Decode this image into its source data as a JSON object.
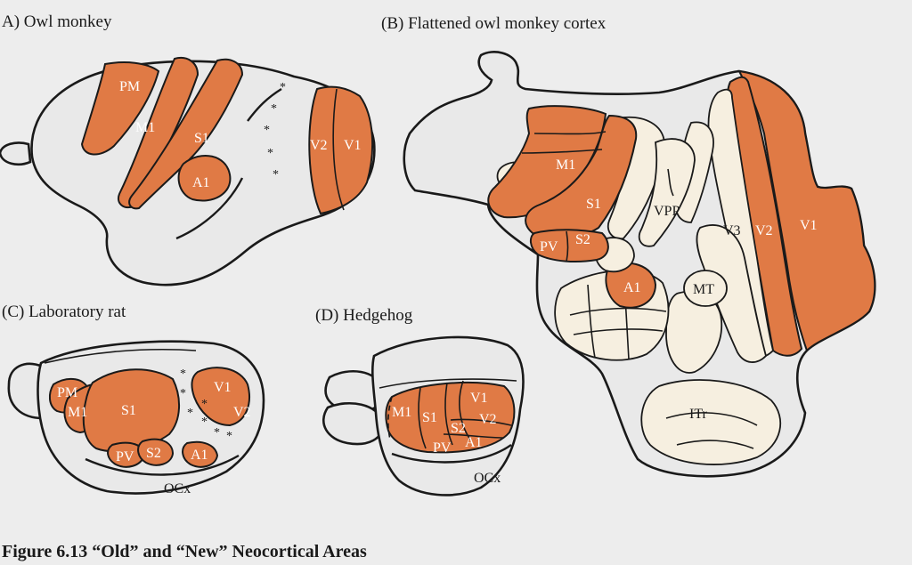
{
  "panels": {
    "a": {
      "title": "A) Owl monkey",
      "labels": {
        "pm": "PM",
        "m1": "M1",
        "s1": "S1",
        "a1": "A1",
        "v2": "V2",
        "v1": "V1"
      }
    },
    "b": {
      "title": "(B)  Flattened owl monkey cortex",
      "labels": {
        "m1": "M1",
        "s1": "S1",
        "pv": "PV",
        "s2": "S2",
        "vpp": "VPP",
        "a1": "A1",
        "mt": "MT",
        "v3": "V3",
        "v2": "V2",
        "v1": "V1",
        "itr": "ITr"
      }
    },
    "c": {
      "title": "(C)  Laboratory rat",
      "labels": {
        "pm": "PM",
        "m1": "M1",
        "s1": "S1",
        "pv": "PV",
        "s2": "S2",
        "a1": "A1",
        "v1": "V1",
        "v2": "V2",
        "ocx": "OCx"
      }
    },
    "d": {
      "title": "(D)  Hedgehog",
      "labels": {
        "m1": "M1",
        "s1": "S1",
        "s2": "S2",
        "pv": "PV",
        "a1": "A1",
        "v1": "V1",
        "v2": "V2",
        "ocx": "OCx"
      }
    }
  },
  "caption": "Figure 6.13  “Old” and “New” Neocortical Areas",
  "colors": {
    "cortex_orange": "#e07a45",
    "brain_gray": "#e9e9e9",
    "secondary_cream": "#f6efe0",
    "outline": "#1a1a1a"
  }
}
